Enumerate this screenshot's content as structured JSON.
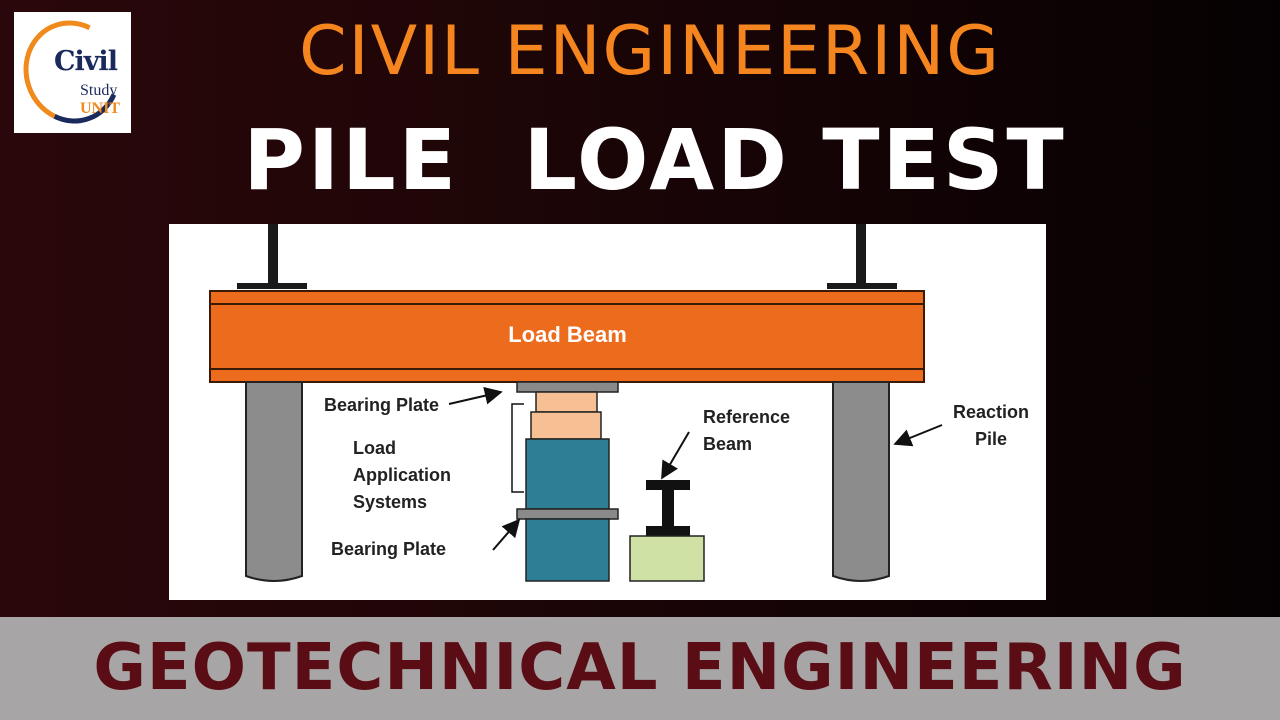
{
  "logo": {
    "line1": "Civil",
    "line2": "Study",
    "line3": "UNIT"
  },
  "header": {
    "top_title": "CIVIL ENGINEERING",
    "main_title": "PILE  LOAD TEST"
  },
  "diagram": {
    "beam_label": "Load Beam",
    "bearing_plate_top": "Bearing Plate",
    "load_application": [
      "Load",
      "Application",
      "Systems"
    ],
    "bearing_plate_bottom": "Bearing Plate",
    "reference_beam": [
      "Reference",
      "Beam"
    ],
    "reaction_pile": [
      "Reaction",
      "Pile"
    ]
  },
  "colors": {
    "beam": "#ec6b1d",
    "pile": "#8c8c8c",
    "jack": "#2e7f95",
    "cap": "#f6bf94",
    "block": "#cfe1a5",
    "title_orange": "#f5861f",
    "footer_text": "#5a0d14"
  },
  "footer": {
    "text": "GEOTECHNICAL ENGINEERING"
  }
}
